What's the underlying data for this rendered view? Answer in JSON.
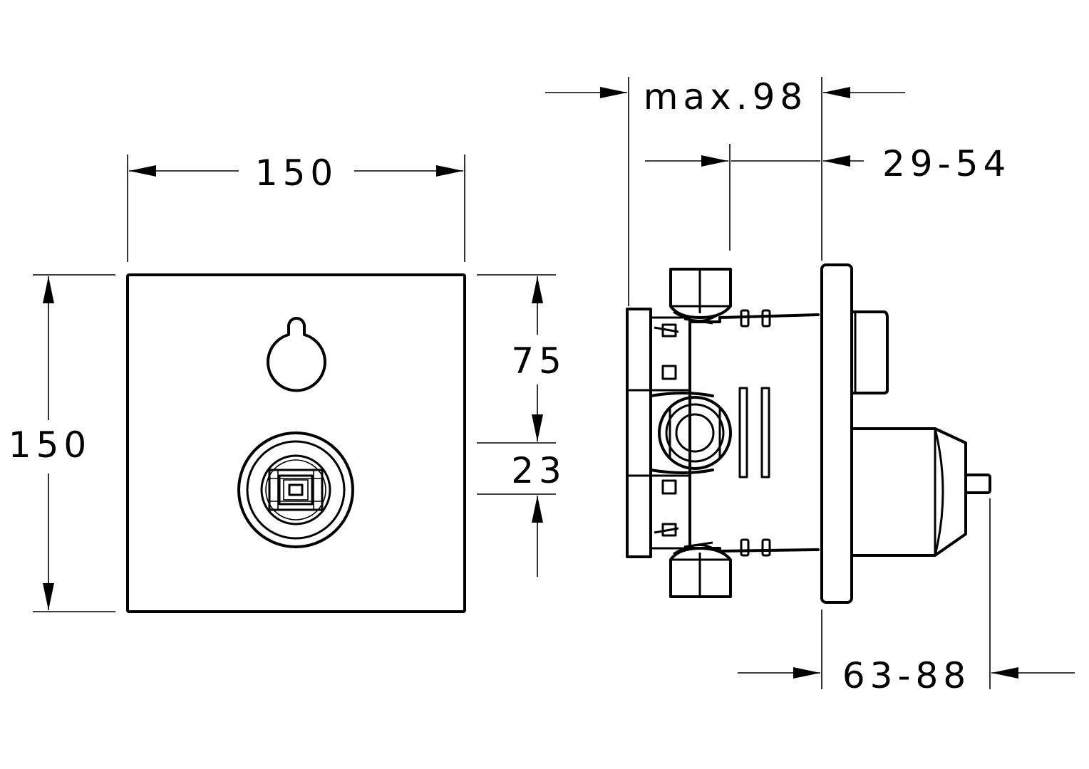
{
  "front_view": {
    "width_label": "150",
    "height_label": "150",
    "upper_offset_label": "75",
    "lower_offset_label": "23"
  },
  "side_view": {
    "max_depth_label": "max.98",
    "adjust_range_top_label": "29-54",
    "adjust_range_bottom_label": "63-88"
  },
  "colors": {
    "line": "#000000",
    "background": "#ffffff"
  }
}
